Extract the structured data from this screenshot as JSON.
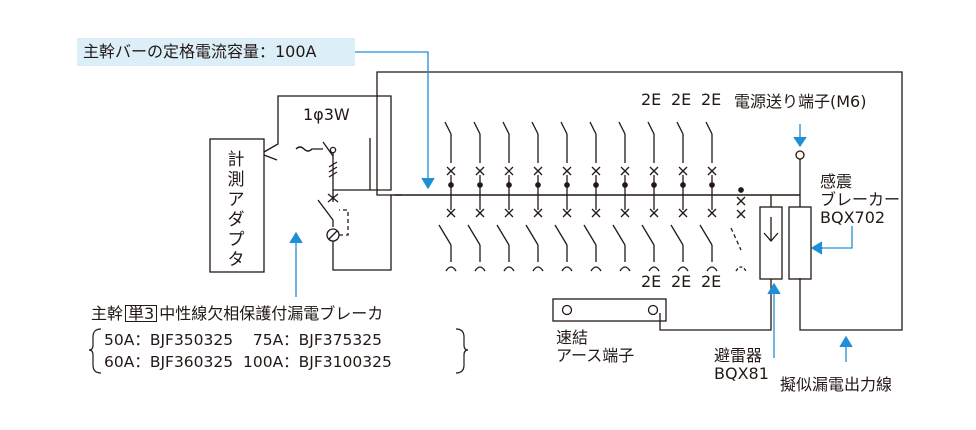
{
  "header": {
    "busbar_capacity_label": "主幹バーの定格電流容量：100A"
  },
  "meter_adapter": {
    "label_chars": [
      "計",
      "測",
      "ア",
      "ダ",
      "プ",
      "タ"
    ]
  },
  "main_breaker": {
    "phase_label": "1φ3W",
    "prefix": "主幹",
    "boxed_tag": "単3",
    "suffix": "中性線欠相保護付漏電ブレーカ",
    "models": [
      [
        "50A：BJF350325",
        "75A：BJF375325"
      ],
      [
        "60A：BJF360325",
        "100A：BJF3100325"
      ]
    ]
  },
  "branch": {
    "top_2e_labels": [
      "2E",
      "2E",
      "2E"
    ],
    "bottom_2e_labels": [
      "2E",
      "2E",
      "2E"
    ]
  },
  "power_terminal": {
    "label": "電源送り端子(M6)"
  },
  "seismic_breaker": {
    "title": "感震",
    "line2": "ブレーカー",
    "model": "BQX702"
  },
  "surge_arrester": {
    "title": "避雷器",
    "model": "BQX81"
  },
  "earth_terminal": {
    "line1": "速結",
    "line2": "アース端子"
  },
  "leak_output": {
    "label": "擬似漏電出力線"
  },
  "colors": {
    "line": "#231815",
    "accent": "#1f8fd6",
    "banner_bg": "#dceef8"
  }
}
